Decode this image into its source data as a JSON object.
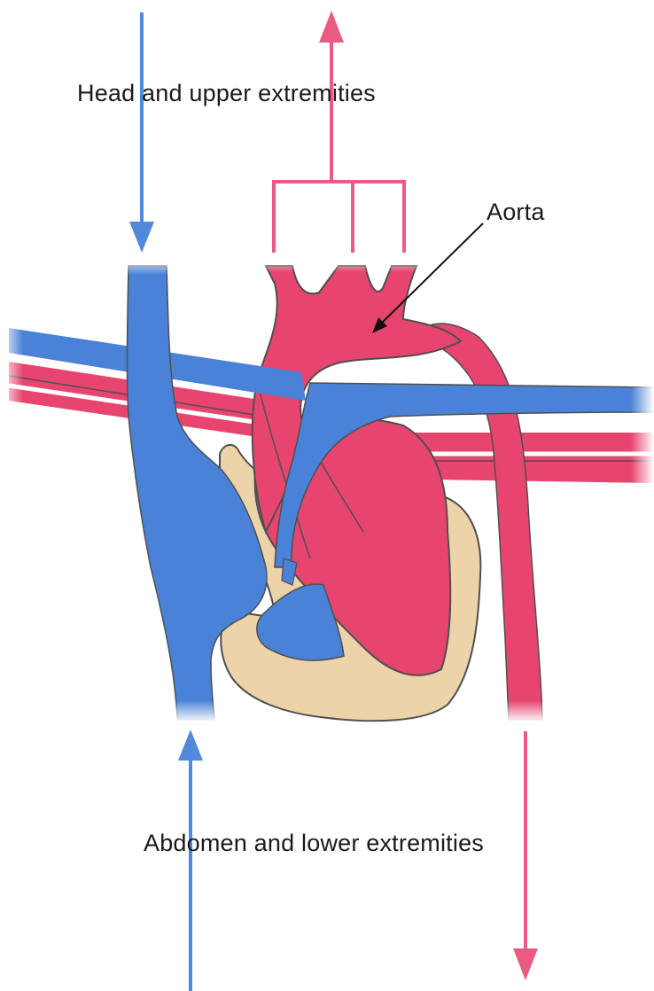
{
  "labels": {
    "top": "Head and upper extremities",
    "aorta": "Aorta",
    "bottom": "Abdomen and lower extremities"
  },
  "colors": {
    "venous": "#4a82d8",
    "arterial": "#e7456f",
    "tissue": "#ecd3a9",
    "outline": "#4f4f4f",
    "arrow_blue": "#5389da",
    "arrow_pink": "#ea5b84"
  }
}
